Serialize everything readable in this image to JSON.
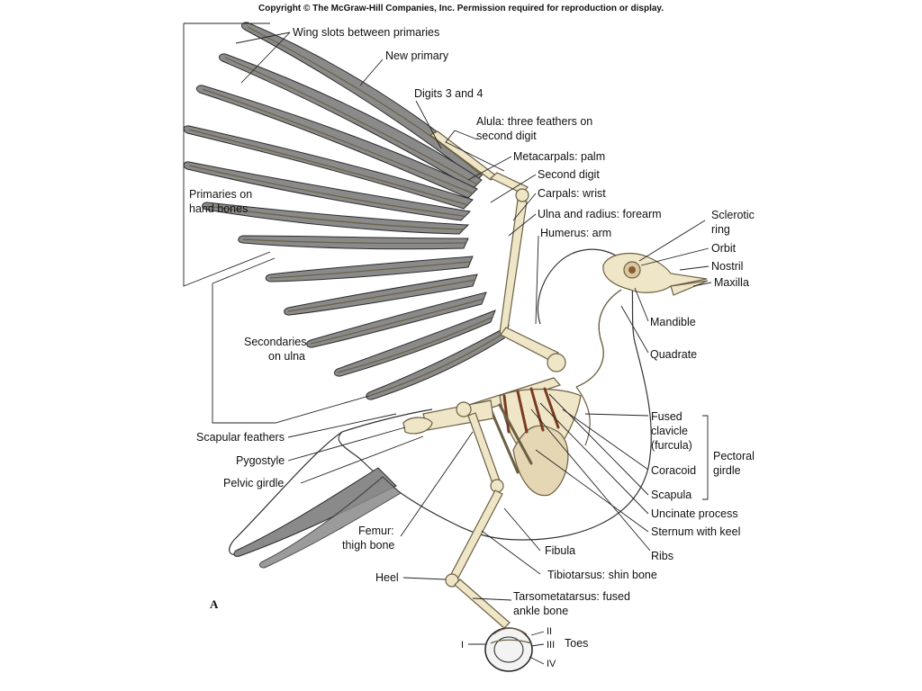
{
  "copyright": "Copyright © The McGraw-Hill Companies, Inc. Permission required for reproduction or display.",
  "panel_letter": "A",
  "colors": {
    "bone": "#efe6c8",
    "feather": "#8a8a8a",
    "rib_accent": "#7a3b22",
    "line": "#222222"
  },
  "labels": {
    "wing_slots": "Wing slots between primaries",
    "new_primary": "New primary",
    "digits_3_4": "Digits 3 and 4",
    "alula_1": "Alula: three feathers on",
    "alula_2": "second digit",
    "metacarpals": "Metacarpals: palm",
    "second_digit": "Second digit",
    "carpals": "Carpals: wrist",
    "ulna_radius": "Ulna and radius: forearm",
    "humerus": "Humerus:  arm",
    "primaries_1": "Primaries on",
    "primaries_2": "hand bones",
    "secondaries_1": "Secondaries",
    "secondaries_2": "on ulna",
    "sclerotic_1": "Sclerotic",
    "sclerotic_2": "ring",
    "orbit": "Orbit",
    "nostril": "Nostril",
    "maxilla": "Maxilla",
    "mandible": "Mandible",
    "quadrate": "Quadrate",
    "fused_clavicle_1": "Fused",
    "fused_clavicle_2": "clavicle",
    "fused_clavicle_3": "(furcula)",
    "coracoid": "Coracoid",
    "scapula": "Scapula",
    "pectoral_1": "Pectoral",
    "pectoral_2": "girdle",
    "uncinate": "Uncinate process",
    "sternum": "Sternum with keel",
    "ribs": "Ribs",
    "scapular_feathers": "Scapular feathers",
    "pygostyle": "Pygostyle",
    "pelvic_girdle": "Pelvic girdle",
    "femur_1": "Femur:",
    "femur_2": "thigh bone",
    "fibula": "Fibula",
    "tibiotarsus": "Tibiotarsus: shin bone",
    "heel": "Heel",
    "tarso_1": "Tarsometatarsus: fused",
    "tarso_2": "ankle bone",
    "toe_1": "I",
    "toe_2": "II",
    "toe_3": "III",
    "toe_4": "IV",
    "toes": "Toes"
  }
}
